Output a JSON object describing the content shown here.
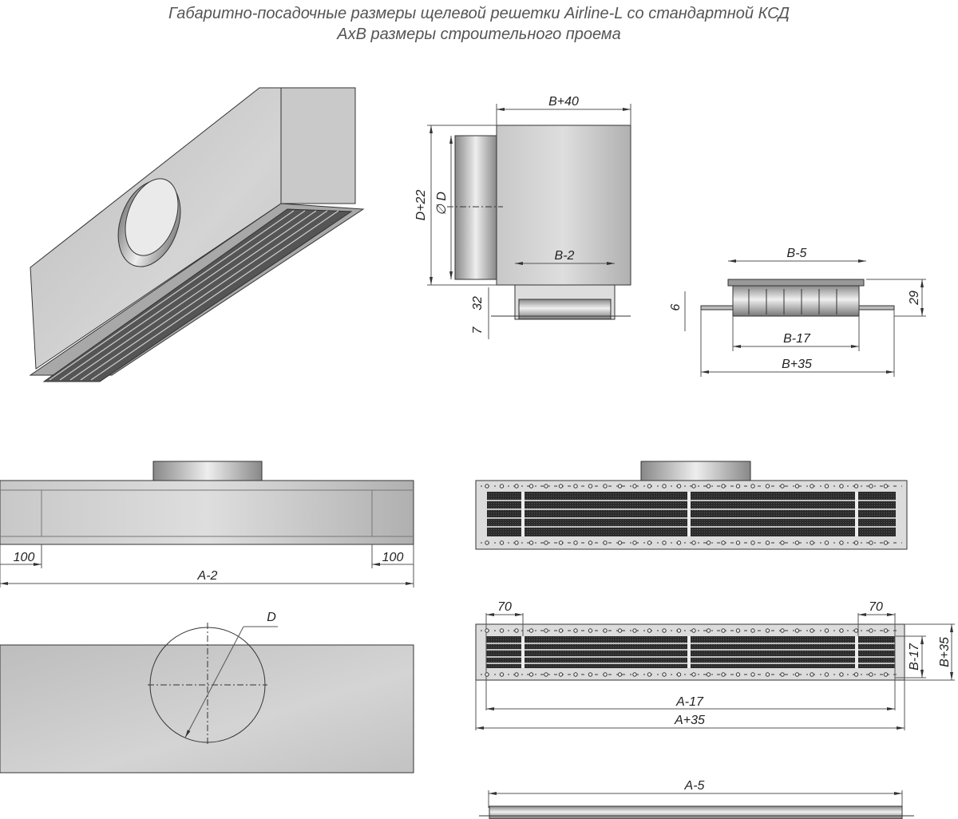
{
  "title": {
    "line1": "Габаритно-посадочные размеры щелевой решетки Airline-L со стандартной КСД",
    "line2": "AxB размеры строительного проема"
  },
  "side_section": {
    "width_top": "B+40",
    "height": "D+22",
    "diameter": "∅ D",
    "inner": "B-2",
    "h32": "32",
    "h7": "7"
  },
  "grille_section": {
    "top": "B-5",
    "h6": "6",
    "h29": "29",
    "inner": "B-17",
    "outer": "B+35"
  },
  "front_view": {
    "left_offset": "100",
    "right_offset": "100",
    "length": "A-2"
  },
  "bottom_view": {
    "diameter": "D"
  },
  "grille_plan": {
    "left_70": "70",
    "right_70": "70",
    "inner_length": "A-17",
    "outer_length": "A+35",
    "inner_width": "B-17",
    "outer_width": "B+35"
  },
  "grille_edge": {
    "length": "A-5"
  },
  "colors": {
    "metal_light": "#d6d6d6",
    "metal_dark": "#9a9a9a",
    "slot": "#2a2a2a",
    "line": "#333333"
  }
}
